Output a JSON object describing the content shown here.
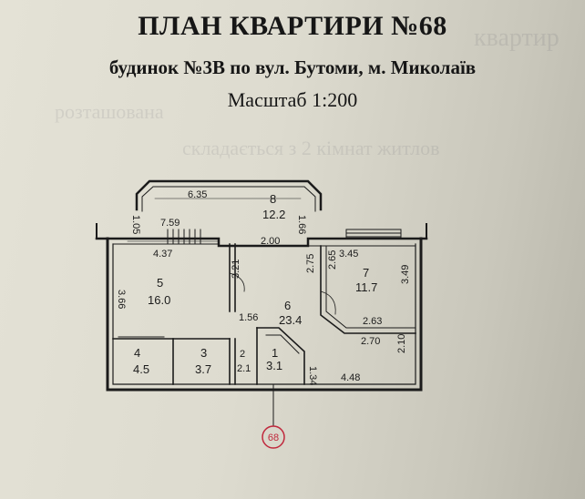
{
  "header": {
    "title": "ПЛАН КВАРТИРИ №68",
    "subtitle": "будинок №3В по вул. Бутоми, м. Миколаїв",
    "scale": "Масштаб 1:200"
  },
  "dimensions": {
    "d_6_35": "6.35",
    "d_1_05": "1.05",
    "d_1_66": "1.66",
    "d_7_59": "7.59",
    "d_4_37": "4.37",
    "d_2_00": "2.00",
    "d_3_45": "3.45",
    "d_3_66": "3.66",
    "d_3_21": "3.21",
    "d_2_75": "2.75",
    "d_2_65": "2.65",
    "d_3_49": "3.49",
    "d_1_56": "1.56",
    "d_2_63": "2.63",
    "d_2_70": "2.70",
    "d_2_10": "2.10",
    "d_2": "2",
    "d_2_1": "2.1",
    "d_1_34": "1.34",
    "d_4_48": "4.48"
  },
  "rooms": {
    "r8_num": "8",
    "r8_area": "12.2",
    "r5_num": "5",
    "r5_area": "16.0",
    "r7_num": "7",
    "r7_area": "11.7",
    "r6_num": "6",
    "r6_area": "23.4",
    "r4_num": "4",
    "r4_area": "4.5",
    "r3_num": "3",
    "r3_area": "3.7",
    "r1_num": "1",
    "r1_area": "3.1"
  },
  "apartment_marker": "68",
  "colors": {
    "ink": "#1b1b1b",
    "marker": "#c0283c"
  }
}
